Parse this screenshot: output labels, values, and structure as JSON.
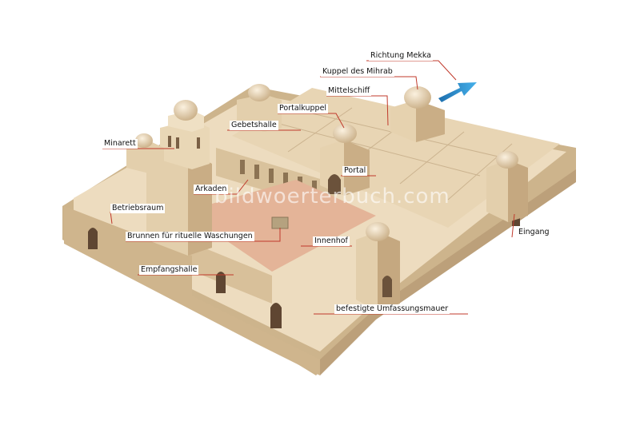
{
  "labels": {
    "richtung_mekka": "Richtung Mekka",
    "kuppel_mihrab": "Kuppel des Mihrab",
    "mittelschiff": "Mittelschiff",
    "portalkuppel": "Portalkuppel",
    "gebetshalle": "Gebetshalle",
    "minarett": "Minarett",
    "portal": "Portal",
    "arkaden": "Arkaden",
    "betriebsraum": "Betriebsraum",
    "brunnen": "Brunnen für rituelle Waschungen",
    "innenhof": "Innenhof",
    "eingang": "Eingang",
    "empfangshalle": "Empfangshalle",
    "umfassungsmauer": "befestigte Umfassungsmauer"
  },
  "watermark": "bildwoerterbuch.com",
  "colors": {
    "stone_light": "#efdfc4",
    "stone_mid": "#dcc6a0",
    "stone_dark": "#b99c74",
    "courtyard": "#e6b89c",
    "leader": "#c0392b",
    "arrow": "#2a8fd0"
  }
}
